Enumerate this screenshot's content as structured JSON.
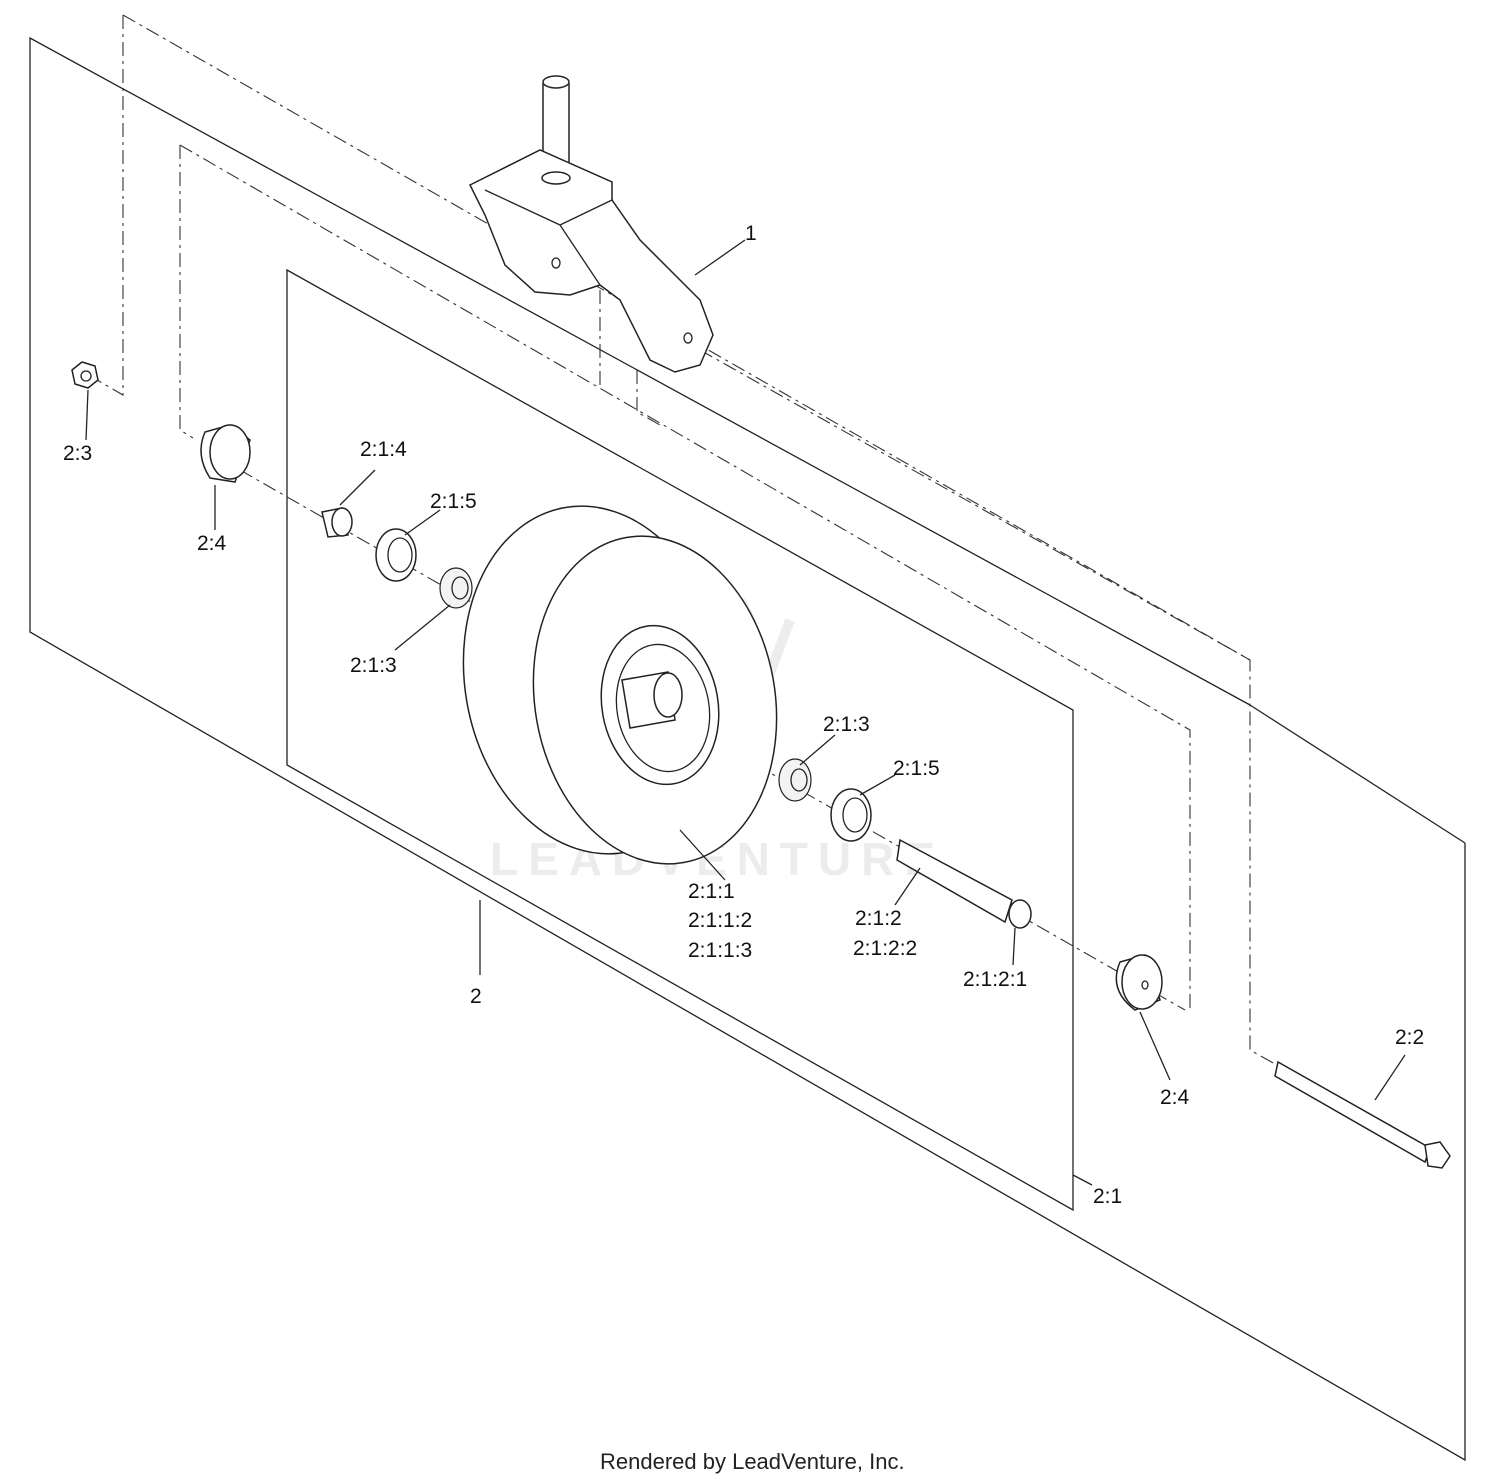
{
  "diagram": {
    "labels": {
      "part_1": "1",
      "part_2": "2",
      "part_2_1": "2:1",
      "part_2_2": "2:2",
      "part_2_3": "2:3",
      "part_2_4_left": "2:4",
      "part_2_4_right": "2:4",
      "part_2_1_1": "2:1:1",
      "part_2_1_1_2": "2:1:1:2",
      "part_2_1_1_3": "2:1:1:3",
      "part_2_1_2": "2:1:2",
      "part_2_1_2_2": "2:1:2:2",
      "part_2_1_2_1": "2:1:2:1",
      "part_2_1_3_left": "2:1:3",
      "part_2_1_3_right": "2:1:3",
      "part_2_1_4": "2:1:4",
      "part_2_1_5_left": "2:1:5",
      "part_2_1_5_right": "2:1:5"
    },
    "watermark": "LEADVENTURE",
    "footer": "Rendered by LeadVenture, Inc.",
    "line_color": "#222222",
    "background": "#ffffff"
  }
}
